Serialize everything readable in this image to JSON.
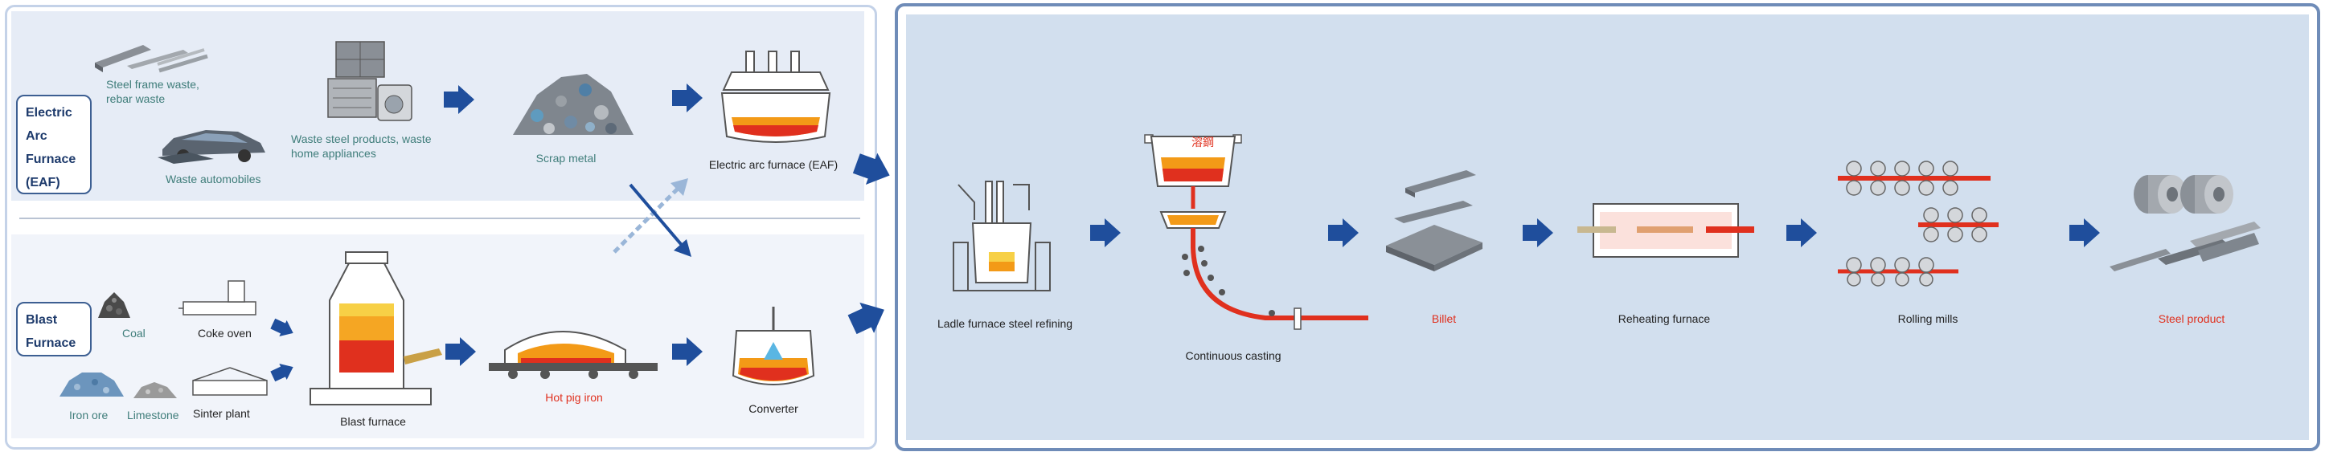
{
  "routes": {
    "eaf": {
      "label": "Electric Arc Furnace (EAF)"
    },
    "blast": {
      "label": "Blast Furnace"
    }
  },
  "eaf": {
    "steel_frame": "Steel frame waste, rebar waste",
    "waste_autos": "Waste automobiles",
    "waste_products": "Waste steel products, waste home appliances",
    "scrap": "Scrap metal",
    "furnace": "Electric arc furnace (EAF)"
  },
  "blast": {
    "coal": "Coal",
    "coke_oven": "Coke oven",
    "iron_ore": "Iron ore",
    "limestone": "Limestone",
    "sinter": "Sinter plant",
    "blast_furnace": "Blast furnace",
    "hot_pig_iron": "Hot pig iron",
    "converter": "Converter"
  },
  "process": {
    "ladle": "Ladle furnace steel refining",
    "molten_steel": "溶鋼",
    "casting": "Continuous casting",
    "billet": "Billet",
    "reheating": "Reheating furnace",
    "rolling": "Rolling mills",
    "product": "Steel product"
  },
  "colors": {
    "arrow": "#1f4e9c",
    "accent_red": "#e0301e",
    "teal_text": "#3f7d7a",
    "panel_border": "#6f8cb8"
  }
}
